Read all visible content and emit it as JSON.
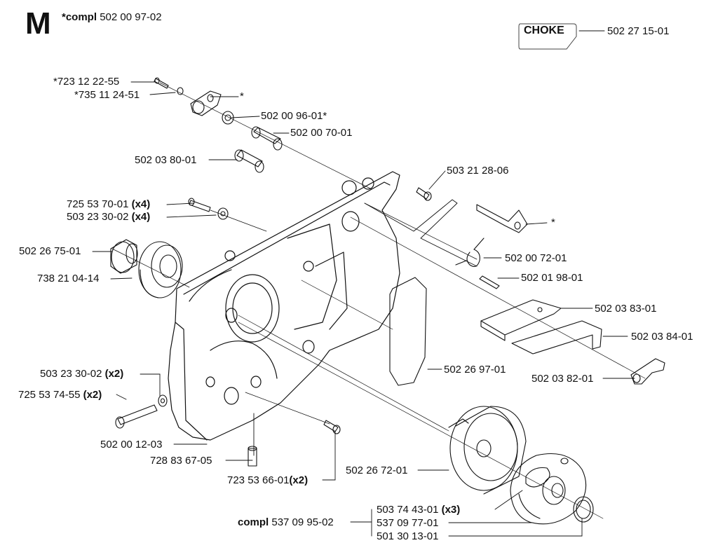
{
  "section": "M",
  "assembly": {
    "prefix": "*compl",
    "number": "502 00 97-02"
  },
  "choke": {
    "label": "CHOKE",
    "number": "502 27 15-01"
  },
  "parts": [
    {
      "id": "p1",
      "num": "*723 12 22-55"
    },
    {
      "id": "p2",
      "num": "*735 11 24-51"
    },
    {
      "id": "p3",
      "num": "*"
    },
    {
      "id": "p4",
      "num": "502 00 96-01*"
    },
    {
      "id": "p5",
      "num": "502 00 70-01"
    },
    {
      "id": "p6",
      "num": "502 03 80-01"
    },
    {
      "id": "p7",
      "num": "503 21 28-06"
    },
    {
      "id": "p8",
      "num": "725 53 70-01",
      "qty": "(x4)"
    },
    {
      "id": "p9",
      "num": "503 23 30-02",
      "qty": "(x4)"
    },
    {
      "id": "p10",
      "num": "*"
    },
    {
      "id": "p11",
      "num": "502 26 75-01"
    },
    {
      "id": "p12",
      "num": "502 00 72-01"
    },
    {
      "id": "p13",
      "num": "738 21 04-14"
    },
    {
      "id": "p14",
      "num": "502 01 98-01"
    },
    {
      "id": "p15",
      "num": "502 03 83-01"
    },
    {
      "id": "p16",
      "num": "502 03 84-01"
    },
    {
      "id": "p17",
      "num": "502 26 97-01"
    },
    {
      "id": "p18",
      "num": "502 03 82-01"
    },
    {
      "id": "p19",
      "num": "503 23 30-02",
      "qty": "(x2)"
    },
    {
      "id": "p20",
      "num": "725 53 74-55",
      "qty": "(x2)"
    },
    {
      "id": "p21",
      "num": "502 00 12-03"
    },
    {
      "id": "p22",
      "num": "728 83 67-05"
    },
    {
      "id": "p23",
      "num": "502 26 72-01"
    },
    {
      "id": "p24",
      "num": "723 53 66-01",
      "qty": "(x2)"
    },
    {
      "id": "p25",
      "num": "503 74 43-01",
      "qty": "(x3)"
    },
    {
      "id": "p26",
      "num": "537 09 77-01"
    },
    {
      "id": "p27",
      "num": "501 30 13-01"
    }
  ],
  "clutch_assembly": {
    "prefix": "compl",
    "number": "537 09 95-02"
  }
}
